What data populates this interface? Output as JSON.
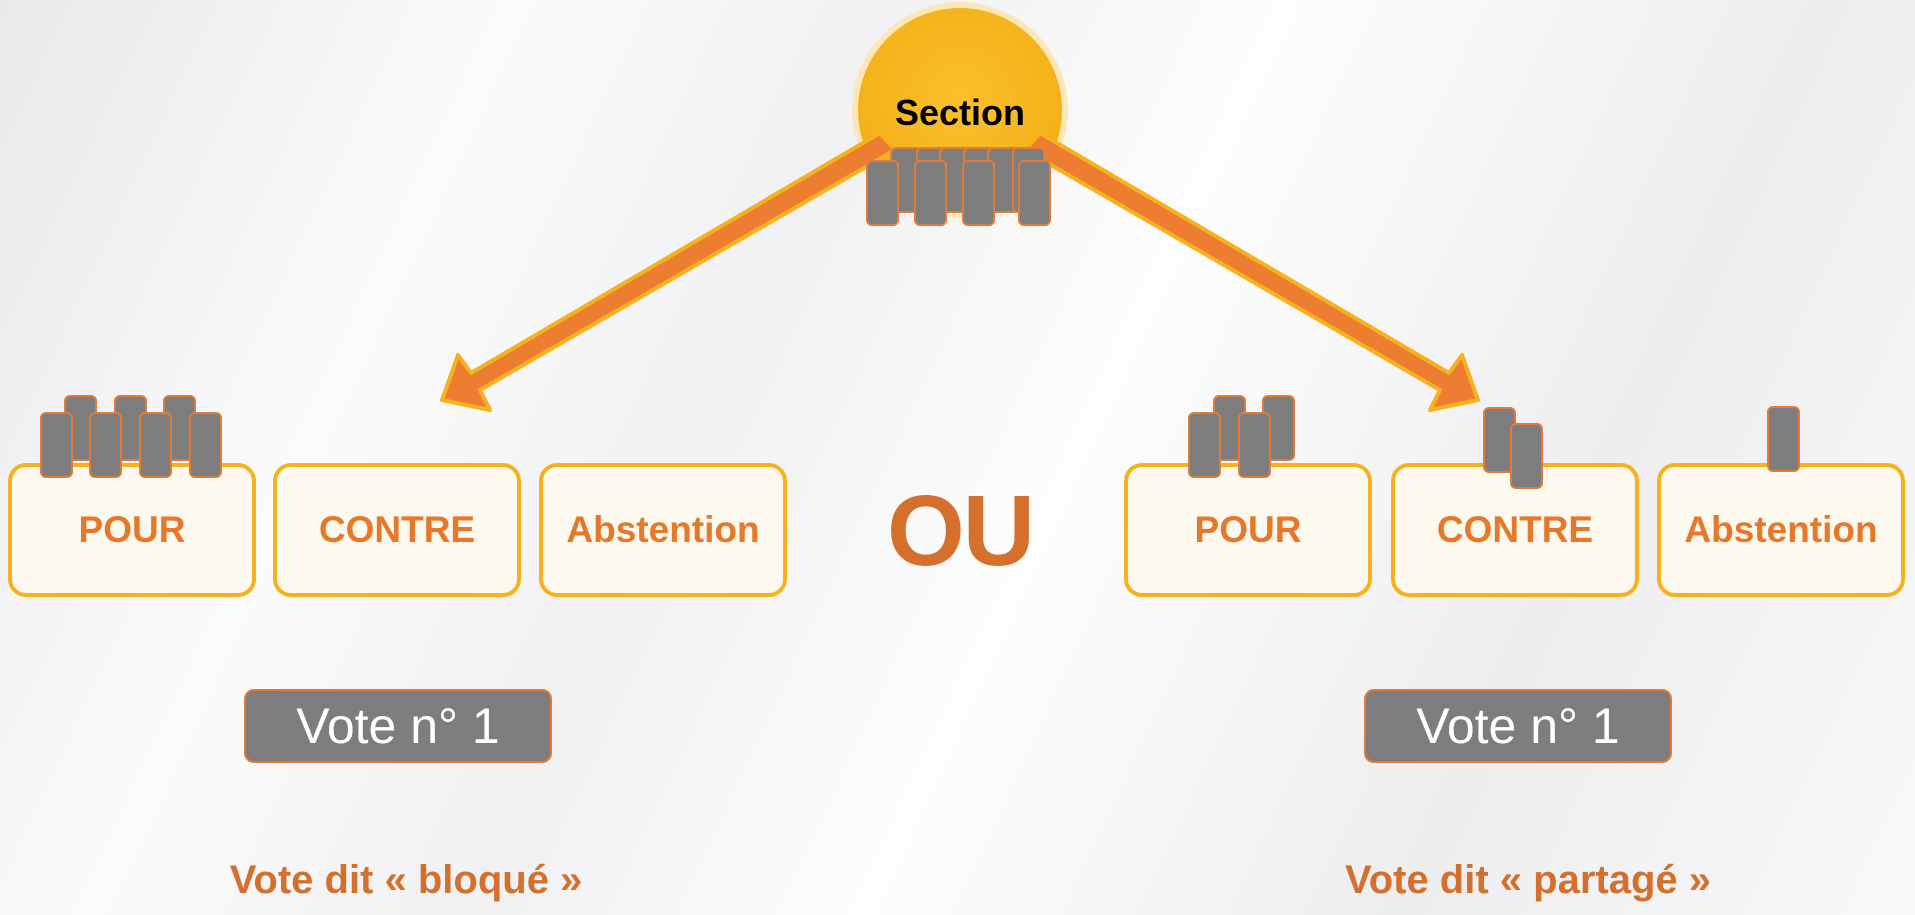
{
  "diagram": {
    "source": {
      "label": "Section"
    },
    "separator": "OU",
    "left": {
      "options": [
        {
          "label": "POUR"
        },
        {
          "label": "CONTRE"
        },
        {
          "label": "Abstention"
        }
      ],
      "vote_badge": "Vote n° 1",
      "caption": "Vote dit « bloqué »"
    },
    "right": {
      "options": [
        {
          "label": "POUR"
        },
        {
          "label": "CONTRE"
        },
        {
          "label": "Abstention"
        }
      ],
      "vote_badge": "Vote n° 1",
      "caption": "Vote dit « partagé »"
    },
    "colors": {
      "circle": "#f7b520",
      "arrow": "#ed7d31",
      "box_border": "#f6b21c",
      "box_text": "#e7782a",
      "chip": "#7d7d7d"
    }
  }
}
